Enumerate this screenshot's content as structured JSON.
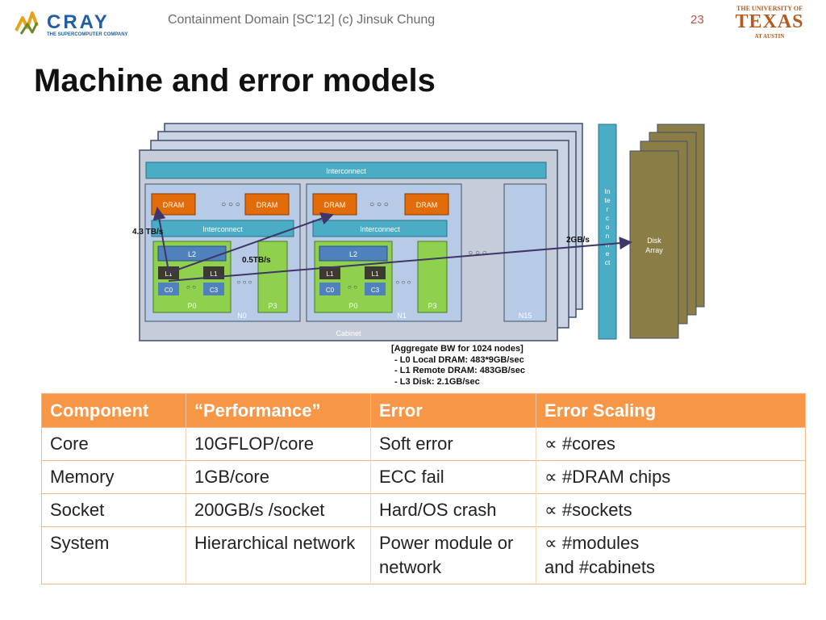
{
  "header": {
    "logo_left": "CRAY",
    "logo_left_tagline": "THE SUPERCOMPUTER COMPANY",
    "caption": "Containment Domain [SC'12] (c) Jinsuk Chung",
    "page_number": "23",
    "logo_right_top": "THE UNIVERSITY OF",
    "logo_right_main": "TEXAS",
    "logo_right_bottom": "AT AUSTIN"
  },
  "title": "Machine and error models",
  "diagram": {
    "cabinet_interconnect": "Interconnect",
    "cabinet_label": "Cabinet",
    "dram": "DRAM",
    "node_interconnect": "Interconnect",
    "l2": "L2",
    "l1": "L1",
    "c0": "C0",
    "c3": "C3",
    "p0": "P0",
    "p3": "P3",
    "n0": "N0",
    "n1": "N1",
    "n15": "N15",
    "bw_local": "4.3 TB/s",
    "bw_remote": "0.5TB/s",
    "bw_disk": "2GB/s",
    "vertical_interconnect": "Interconnect",
    "disk_line1": "Disk",
    "disk_line2": "Array",
    "aggregate": [
      "[Aggregate BW for 1024 nodes]",
      "- L0 Local DRAM:  483*9GB/sec",
      "- L1 Remote DRAM:  483GB/sec",
      "- L3 Disk: 2.1GB/sec"
    ]
  },
  "table": {
    "headers": [
      "Component",
      "“Performance”",
      "Error",
      "Error Scaling"
    ],
    "rows": [
      {
        "component": "Core",
        "performance": "10GFLOP/core",
        "error": "Soft error",
        "scaling": "∝ #cores"
      },
      {
        "component": "Memory",
        "performance": "1GB/core",
        "error": "ECC fail",
        "scaling": "∝ #DRAM chips"
      },
      {
        "component": "Socket",
        "performance": "200GB/s /socket",
        "error": "Hard/OS crash",
        "scaling": "∝ #sockets"
      },
      {
        "component": "System",
        "performance": "Hierarchical network",
        "error": "Power module or network",
        "scaling": "∝ #modules\n    and #cabinets"
      }
    ]
  },
  "colors": {
    "accent": "#f79646",
    "cabinet_bg": "#c9d3e3",
    "node_bg": "#b7cbe6",
    "interconnect": "#4bacc6",
    "dram": "#e36c0a",
    "cache": "#4f81bd",
    "l1": "#3d3a32",
    "processor": "#8fd14f",
    "disk": "#8b7d46",
    "arrow": "#3f3566"
  }
}
